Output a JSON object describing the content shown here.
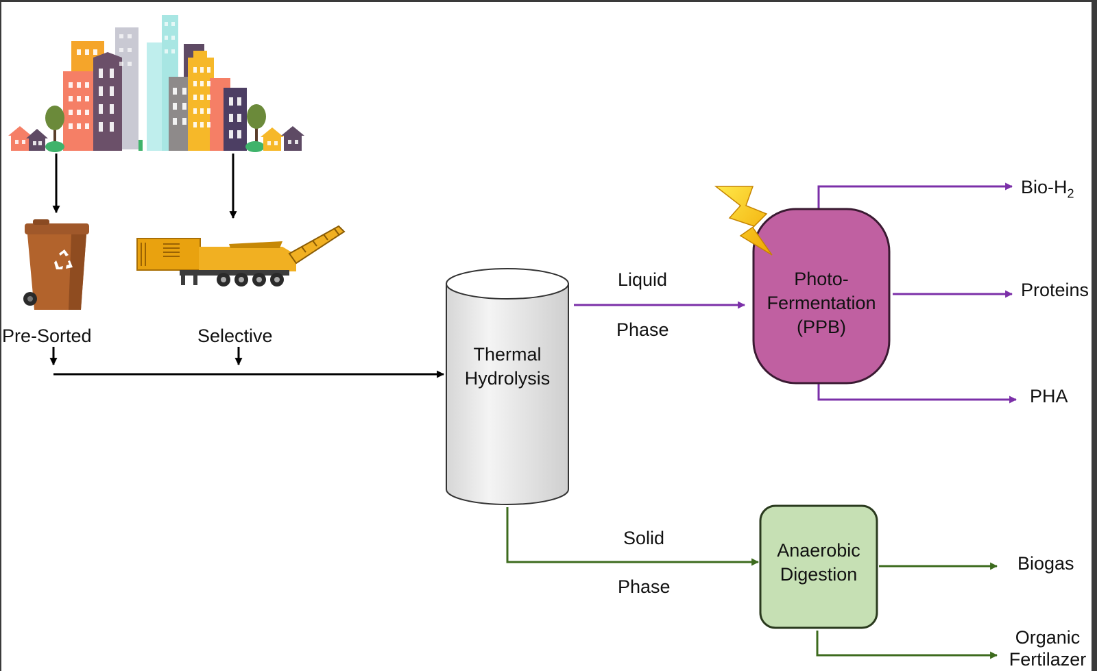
{
  "sources": {
    "pre_sorted": "Pre-Sorted",
    "selective": "Selective"
  },
  "reactor": {
    "line1": "Thermal",
    "line2": "Hydrolysis"
  },
  "liquid_path": {
    "label_top": "Liquid",
    "label_bottom": "Phase",
    "color": "#7b2fa8"
  },
  "solid_path": {
    "label_top": "Solid",
    "label_bottom": "Phase",
    "color": "#3d6b1e"
  },
  "photo_fermentation": {
    "line1": "Photo-",
    "line2": "Fermentation",
    "line3": "(PPB)",
    "fill": "#c060a1"
  },
  "anaerobic_digestion": {
    "line1": "Anaerobic",
    "line2": "Digestion",
    "fill": "#c6e0b4"
  },
  "outputs": {
    "bio_h2_main": "Bio-H",
    "bio_h2_sub": "2",
    "proteins": "Proteins",
    "pha": "PHA",
    "biogas": "Biogas",
    "fertilizer_line1": "Organic",
    "fertilizer_line2": "Fertilazer"
  }
}
